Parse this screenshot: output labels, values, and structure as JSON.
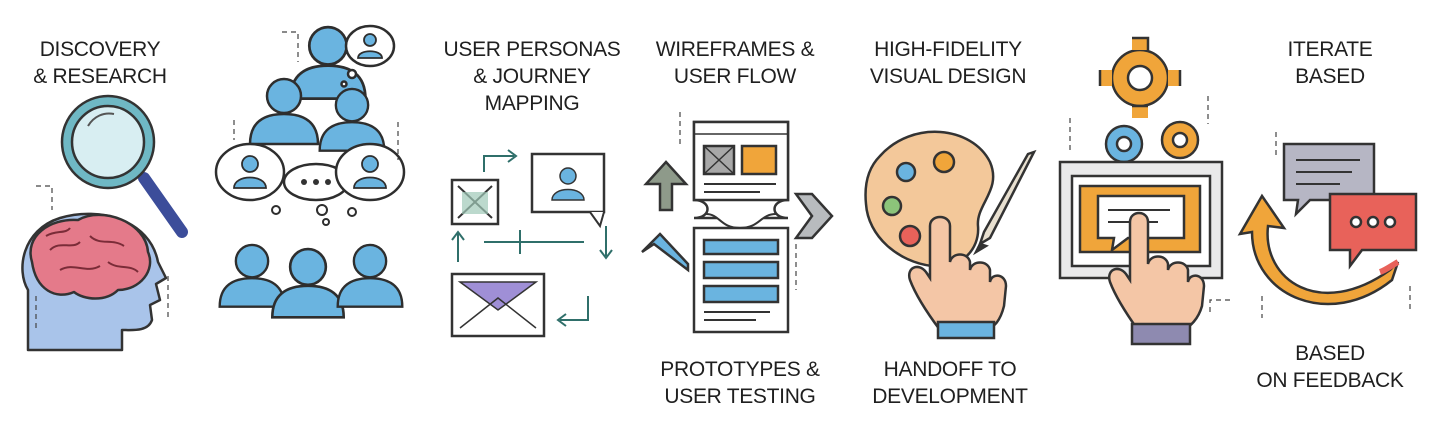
{
  "steps": [
    {
      "id": "discovery",
      "line1": "DISCOVERY",
      "line2": "& RESEARCH",
      "line3": ""
    },
    {
      "id": "personas",
      "line1": "USER PERSONAS",
      "line2": "& JOURNEY",
      "line3": "MAPPING"
    },
    {
      "id": "wireframes",
      "line1": "WIREFRAMES &",
      "line2": "USER FLOW",
      "line3": ""
    },
    {
      "id": "prototypes",
      "line1": "PROTOTYPES &",
      "line2": "USER TESTING",
      "line3": ""
    },
    {
      "id": "visual",
      "line1": "HIGH-FIDELITY",
      "line2": "VISUAL DESIGN",
      "line3": ""
    },
    {
      "id": "handoff",
      "line1": "HANDOFF TO",
      "line2": "DEVELOPMENT",
      "line3": ""
    },
    {
      "id": "iterate",
      "line1": "ITERATE",
      "line2": "BASED",
      "line3": ""
    },
    {
      "id": "feedback",
      "line1": "BASED",
      "line2": "ON FEEDBACK",
      "line3": ""
    }
  ],
  "colors": {
    "blue": "#6ab4e0",
    "outline": "#333333",
    "brain": "#e47a8a",
    "orange": "#f0a53a",
    "red": "#e8625a",
    "purple": "#9f8fd6",
    "teal": "#2f6f6a",
    "grey": "#8e8e8e"
  }
}
